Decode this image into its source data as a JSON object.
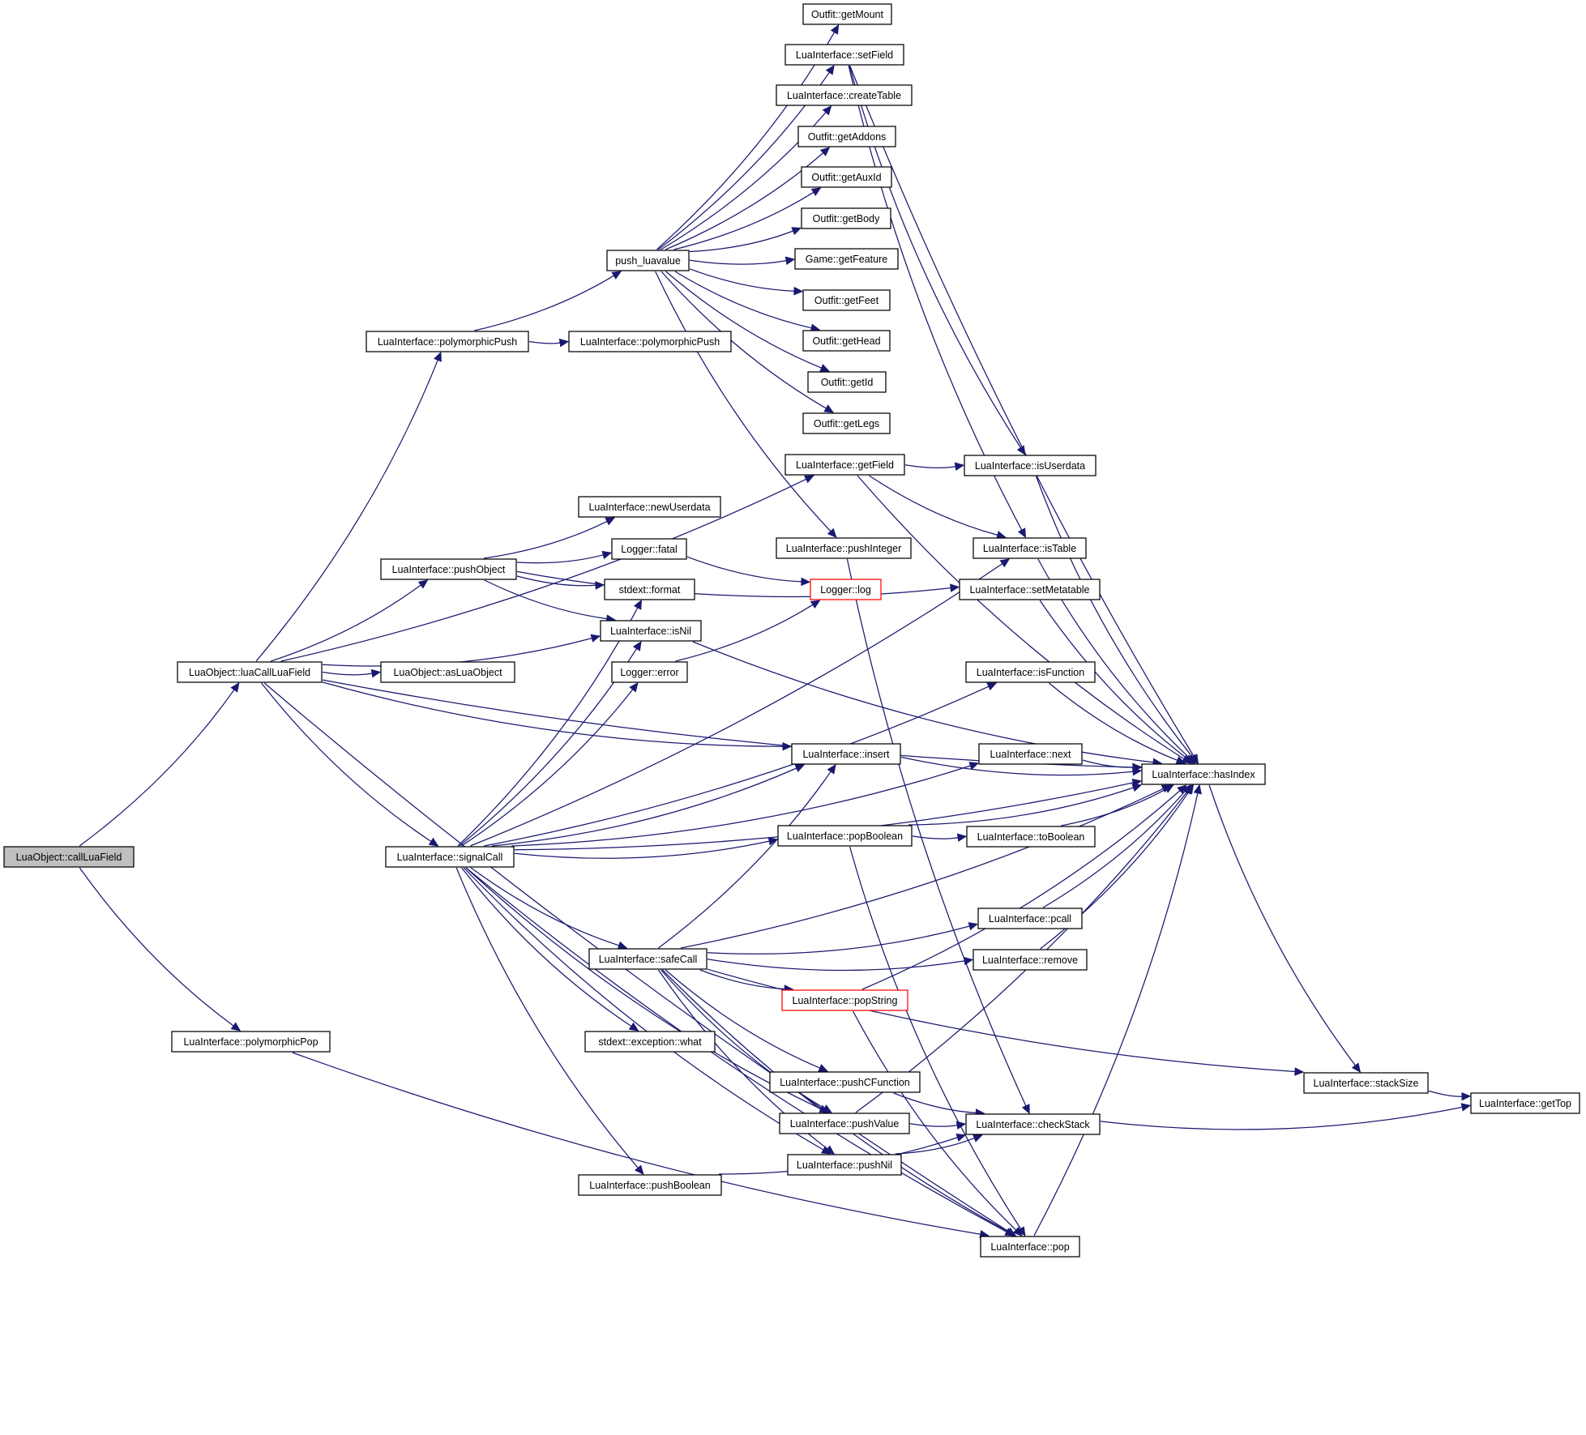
{
  "graph": {
    "nodes": [
      {
        "id": "callLuaField",
        "label": "LuaObject::callLuaField",
        "style": "root"
      },
      {
        "id": "luaCallLuaField",
        "label": "LuaObject::luaCallLuaField"
      },
      {
        "id": "polymorphicPop",
        "label": "LuaInterface::polymorphicPop"
      },
      {
        "id": "polymorphicPush1",
        "label": "LuaInterface::polymorphicPush"
      },
      {
        "id": "polymorphicPush2",
        "label": "LuaInterface::polymorphicPush"
      },
      {
        "id": "pushObject",
        "label": "LuaInterface::pushObject"
      },
      {
        "id": "signalCall",
        "label": "LuaInterface::signalCall"
      },
      {
        "id": "asLuaObject",
        "label": "LuaObject::asLuaObject"
      },
      {
        "id": "push_luavalue",
        "label": "push_luavalue"
      },
      {
        "id": "getMount",
        "label": "Outfit::getMount"
      },
      {
        "id": "setField",
        "label": "LuaInterface::setField"
      },
      {
        "id": "createTable",
        "label": "LuaInterface::createTable"
      },
      {
        "id": "getAddons",
        "label": "Outfit::getAddons"
      },
      {
        "id": "getAuxId",
        "label": "Outfit::getAuxId"
      },
      {
        "id": "getBody",
        "label": "Outfit::getBody"
      },
      {
        "id": "getFeature",
        "label": "Game::getFeature"
      },
      {
        "id": "getFeet",
        "label": "Outfit::getFeet"
      },
      {
        "id": "getHead",
        "label": "Outfit::getHead"
      },
      {
        "id": "getId",
        "label": "Outfit::getId"
      },
      {
        "id": "getLegs",
        "label": "Outfit::getLegs"
      },
      {
        "id": "getField",
        "label": "LuaInterface::getField"
      },
      {
        "id": "newUserdata",
        "label": "LuaInterface::newUserdata"
      },
      {
        "id": "fatal",
        "label": "Logger::fatal"
      },
      {
        "id": "format",
        "label": "stdext::format"
      },
      {
        "id": "isNil",
        "label": "LuaInterface::isNil"
      },
      {
        "id": "error",
        "label": "Logger::error"
      },
      {
        "id": "log",
        "label": "Logger::log",
        "style": "red"
      },
      {
        "id": "pushInteger",
        "label": "LuaInterface::pushInteger"
      },
      {
        "id": "isUserdata",
        "label": "LuaInterface::isUserdata"
      },
      {
        "id": "isTable",
        "label": "LuaInterface::isTable"
      },
      {
        "id": "setMetatable",
        "label": "LuaInterface::setMetatable"
      },
      {
        "id": "isFunction",
        "label": "LuaInterface::isFunction"
      },
      {
        "id": "insert",
        "label": "LuaInterface::insert"
      },
      {
        "id": "next",
        "label": "LuaInterface::next"
      },
      {
        "id": "hasIndex",
        "label": "LuaInterface::hasIndex"
      },
      {
        "id": "popBoolean",
        "label": "LuaInterface::popBoolean"
      },
      {
        "id": "toBoolean",
        "label": "LuaInterface::toBoolean"
      },
      {
        "id": "pcall",
        "label": "LuaInterface::pcall"
      },
      {
        "id": "safeCall",
        "label": "LuaInterface::safeCall"
      },
      {
        "id": "remove",
        "label": "LuaInterface::remove"
      },
      {
        "id": "popString",
        "label": "LuaInterface::popString",
        "style": "red"
      },
      {
        "id": "exceptionWhat",
        "label": "stdext::exception::what"
      },
      {
        "id": "pushCFunction",
        "label": "LuaInterface::pushCFunction"
      },
      {
        "id": "stackSize",
        "label": "LuaInterface::stackSize"
      },
      {
        "id": "pushValue",
        "label": "LuaInterface::pushValue"
      },
      {
        "id": "checkStack",
        "label": "LuaInterface::checkStack"
      },
      {
        "id": "getTop",
        "label": "LuaInterface::getTop"
      },
      {
        "id": "pushNil",
        "label": "LuaInterface::pushNil"
      },
      {
        "id": "pushBoolean",
        "label": "LuaInterface::pushBoolean"
      },
      {
        "id": "pop",
        "label": "LuaInterface::pop"
      }
    ],
    "edges": [
      [
        "callLuaField",
        "luaCallLuaField"
      ],
      [
        "callLuaField",
        "polymorphicPop"
      ],
      [
        "luaCallLuaField",
        "polymorphicPush1"
      ],
      [
        "luaCallLuaField",
        "getField"
      ],
      [
        "luaCallLuaField",
        "pushObject"
      ],
      [
        "luaCallLuaField",
        "isNil"
      ],
      [
        "luaCallLuaField",
        "asLuaObject"
      ],
      [
        "luaCallLuaField",
        "insert"
      ],
      [
        "luaCallLuaField",
        "signalCall"
      ],
      [
        "luaCallLuaField",
        "hasIndex"
      ],
      [
        "luaCallLuaField",
        "pop"
      ],
      [
        "polymorphicPop",
        "pop"
      ],
      [
        "polymorphicPush1",
        "push_luavalue"
      ],
      [
        "polymorphicPush1",
        "polymorphicPush2"
      ],
      [
        "push_luavalue",
        "getMount"
      ],
      [
        "push_luavalue",
        "setField"
      ],
      [
        "push_luavalue",
        "createTable"
      ],
      [
        "push_luavalue",
        "getAddons"
      ],
      [
        "push_luavalue",
        "getAuxId"
      ],
      [
        "push_luavalue",
        "getBody"
      ],
      [
        "push_luavalue",
        "getFeature"
      ],
      [
        "push_luavalue",
        "getFeet"
      ],
      [
        "push_luavalue",
        "getHead"
      ],
      [
        "push_luavalue",
        "getId"
      ],
      [
        "push_luavalue",
        "getLegs"
      ],
      [
        "push_luavalue",
        "pushInteger"
      ],
      [
        "setField",
        "isUserdata"
      ],
      [
        "setField",
        "isTable"
      ],
      [
        "setField",
        "hasIndex"
      ],
      [
        "getField",
        "isUserdata"
      ],
      [
        "getField",
        "isTable"
      ],
      [
        "getField",
        "hasIndex"
      ],
      [
        "pushObject",
        "newUserdata"
      ],
      [
        "pushObject",
        "fatal"
      ],
      [
        "pushObject",
        "format"
      ],
      [
        "pushObject",
        "isNil"
      ],
      [
        "pushObject",
        "setMetatable"
      ],
      [
        "fatal",
        "log"
      ],
      [
        "error",
        "log"
      ],
      [
        "pushInteger",
        "checkStack"
      ],
      [
        "isUserdata",
        "hasIndex"
      ],
      [
        "isTable",
        "hasIndex"
      ],
      [
        "setMetatable",
        "hasIndex"
      ],
      [
        "isNil",
        "hasIndex"
      ],
      [
        "isFunction",
        "hasIndex"
      ],
      [
        "insert",
        "hasIndex"
      ],
      [
        "next",
        "hasIndex"
      ],
      [
        "signalCall",
        "format"
      ],
      [
        "signalCall",
        "isNil"
      ],
      [
        "signalCall",
        "error"
      ],
      [
        "signalCall",
        "isTable"
      ],
      [
        "signalCall",
        "isFunction"
      ],
      [
        "signalCall",
        "insert"
      ],
      [
        "signalCall",
        "next"
      ],
      [
        "signalCall",
        "popBoolean"
      ],
      [
        "signalCall",
        "safeCall"
      ],
      [
        "signalCall",
        "exceptionWhat"
      ],
      [
        "signalCall",
        "pushValue"
      ],
      [
        "signalCall",
        "pushNil"
      ],
      [
        "signalCall",
        "pushBoolean"
      ],
      [
        "signalCall",
        "pop"
      ],
      [
        "signalCall",
        "hasIndex"
      ],
      [
        "popBoolean",
        "toBoolean"
      ],
      [
        "popBoolean",
        "hasIndex"
      ],
      [
        "popBoolean",
        "pop"
      ],
      [
        "toBoolean",
        "hasIndex"
      ],
      [
        "safeCall",
        "insert"
      ],
      [
        "safeCall",
        "pcall"
      ],
      [
        "safeCall",
        "remove"
      ],
      [
        "safeCall",
        "popString"
      ],
      [
        "safeCall",
        "pushCFunction"
      ],
      [
        "safeCall",
        "pushValue"
      ],
      [
        "safeCall",
        "pushNil"
      ],
      [
        "safeCall",
        "stackSize"
      ],
      [
        "safeCall",
        "hasIndex"
      ],
      [
        "safeCall",
        "pop"
      ],
      [
        "pcall",
        "hasIndex"
      ],
      [
        "remove",
        "hasIndex"
      ],
      [
        "popString",
        "hasIndex"
      ],
      [
        "popString",
        "pop"
      ],
      [
        "pushCFunction",
        "checkStack"
      ],
      [
        "pushValue",
        "checkStack"
      ],
      [
        "pushValue",
        "hasIndex"
      ],
      [
        "pushNil",
        "checkStack"
      ],
      [
        "pushBoolean",
        "checkStack"
      ],
      [
        "checkStack",
        "getTop"
      ],
      [
        "hasIndex",
        "stackSize"
      ],
      [
        "stackSize",
        "getTop"
      ],
      [
        "pop",
        "hasIndex"
      ]
    ]
  }
}
